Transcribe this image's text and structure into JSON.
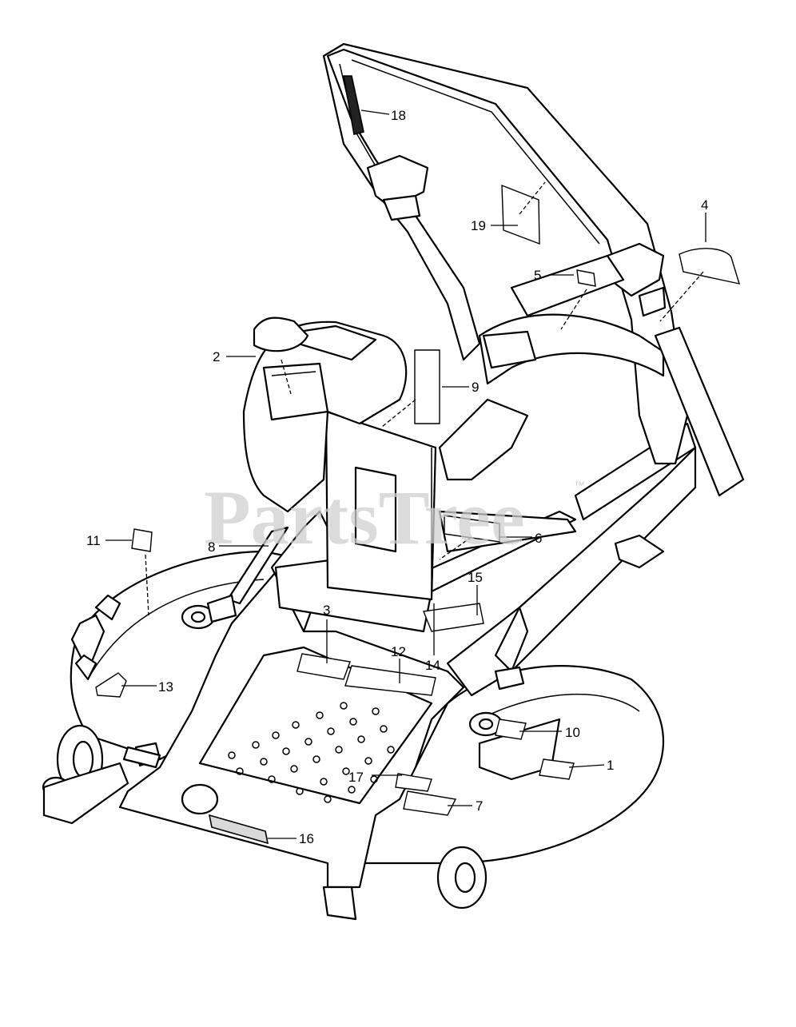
{
  "watermark": {
    "text": "PartsTree",
    "trademark": "™"
  },
  "callouts": [
    {
      "id": "1",
      "label": "1"
    },
    {
      "id": "2",
      "label": "2"
    },
    {
      "id": "3",
      "label": "3"
    },
    {
      "id": "4",
      "label": "4"
    },
    {
      "id": "5",
      "label": "5"
    },
    {
      "id": "6",
      "label": "6"
    },
    {
      "id": "7",
      "label": "7"
    },
    {
      "id": "8",
      "label": "8"
    },
    {
      "id": "9",
      "label": "9"
    },
    {
      "id": "10",
      "label": "10"
    },
    {
      "id": "11",
      "label": "11"
    },
    {
      "id": "12",
      "label": "12"
    },
    {
      "id": "13",
      "label": "13"
    },
    {
      "id": "14",
      "label": "14"
    },
    {
      "id": "15",
      "label": "15"
    },
    {
      "id": "16",
      "label": "16"
    },
    {
      "id": "17",
      "label": "17"
    },
    {
      "id": "18",
      "label": "18"
    },
    {
      "id": "19",
      "label": "19"
    }
  ],
  "colors": {
    "line": "#000000",
    "background": "#ffffff",
    "watermark": "#cfcfcf",
    "shade": "#d9d9d9"
  }
}
